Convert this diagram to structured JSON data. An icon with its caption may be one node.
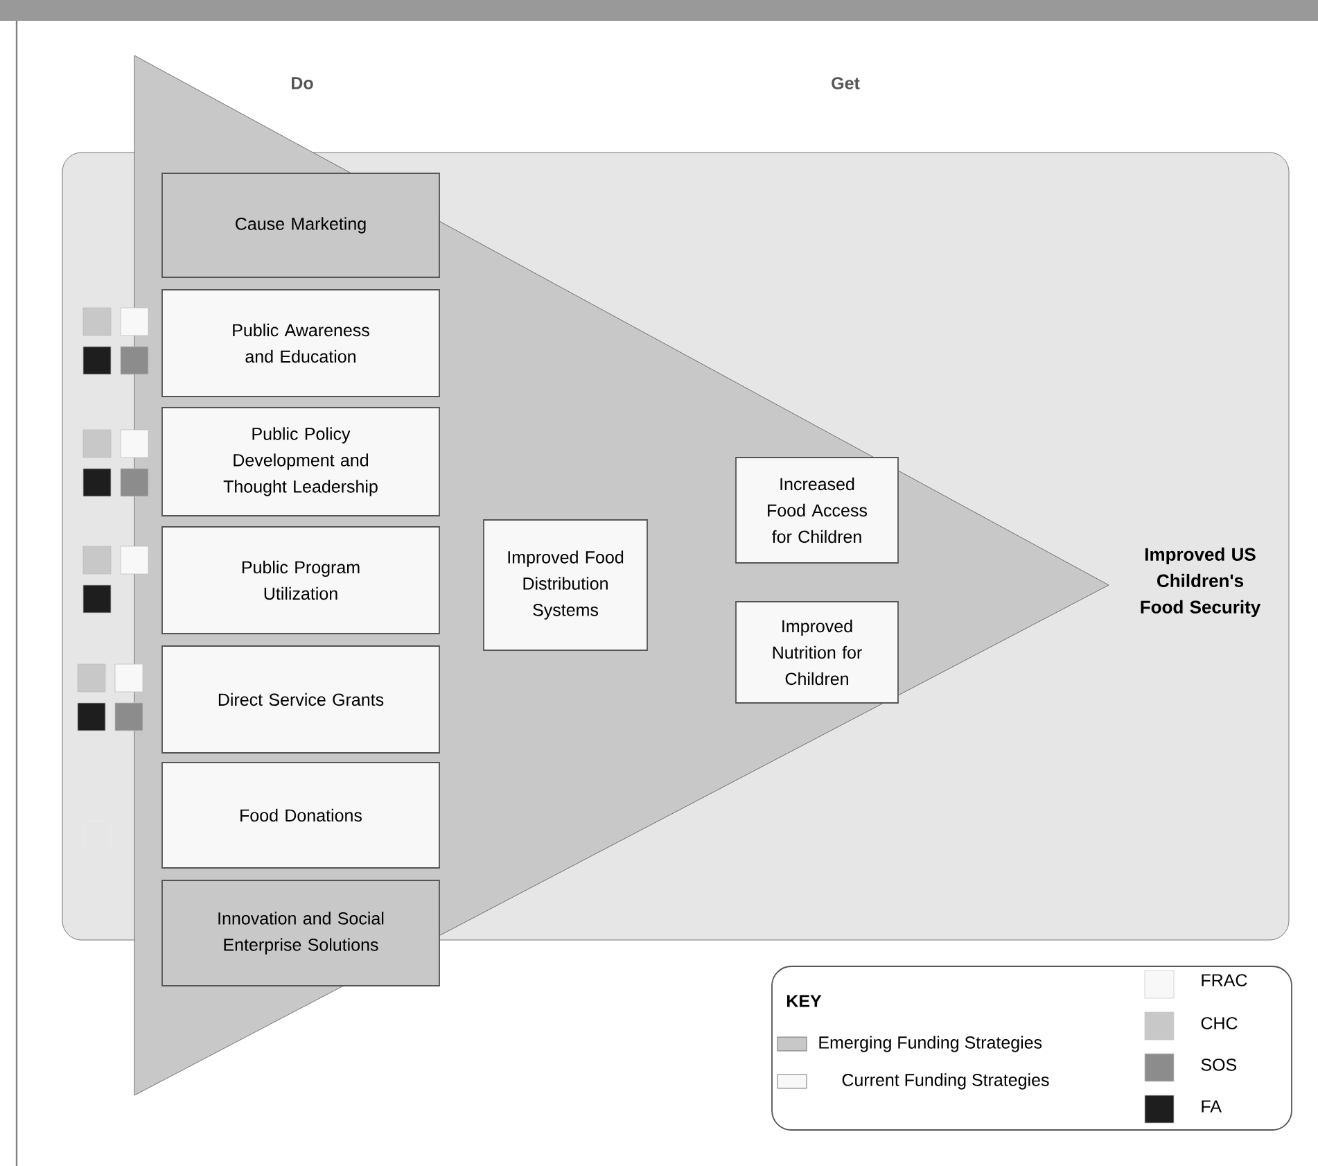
{
  "diagram": {
    "nodes": [
      {
        "text": [
          "Cause Marketing"
        ]
      },
      {
        "text": [
          "Public Awareness and Education"
        ]
      },
      {
        "text": [
          "Public Policy Development and Thought Leadership"
        ]
      },
      {
        "text": [
          "Public Program Utilization"
        ]
      },
      {
        "text": [
          "Direct Service Grants"
        ]
      },
      {
        "text": [
          "Food Donations"
        ]
      },
      {
        "text": [
          "Innovation and Social Enterprise Solutions"
        ]
      },
      {
        "text": [
          "Improved Food Distribution Systems"
        ]
      },
      {
        "text": [
          "Increased Food Access for Children"
        ]
      },
      {
        "text": [
          "Improved Nutrition for Children"
        ]
      }
    ],
    "labels": [
      "Do",
      "Get",
      "Improved US Children's Food Security",
      "KEY"
    ],
    "legend": [
      {
        "text": "Emerging Funding Strategies",
        "color": "#c8c8c8"
      },
      {
        "text": "Current Funding Strategies",
        "color": "#f8f8f8"
      },
      {
        "text": "FRAC",
        "color": "#f8f8f8"
      },
      {
        "text": "CHC",
        "color": "#c8c8c8"
      },
      {
        "text": "SOS",
        "color": "#8c8c8c"
      },
      {
        "text": "FA",
        "color": "#1e1e1e"
      }
    ]
  }
}
